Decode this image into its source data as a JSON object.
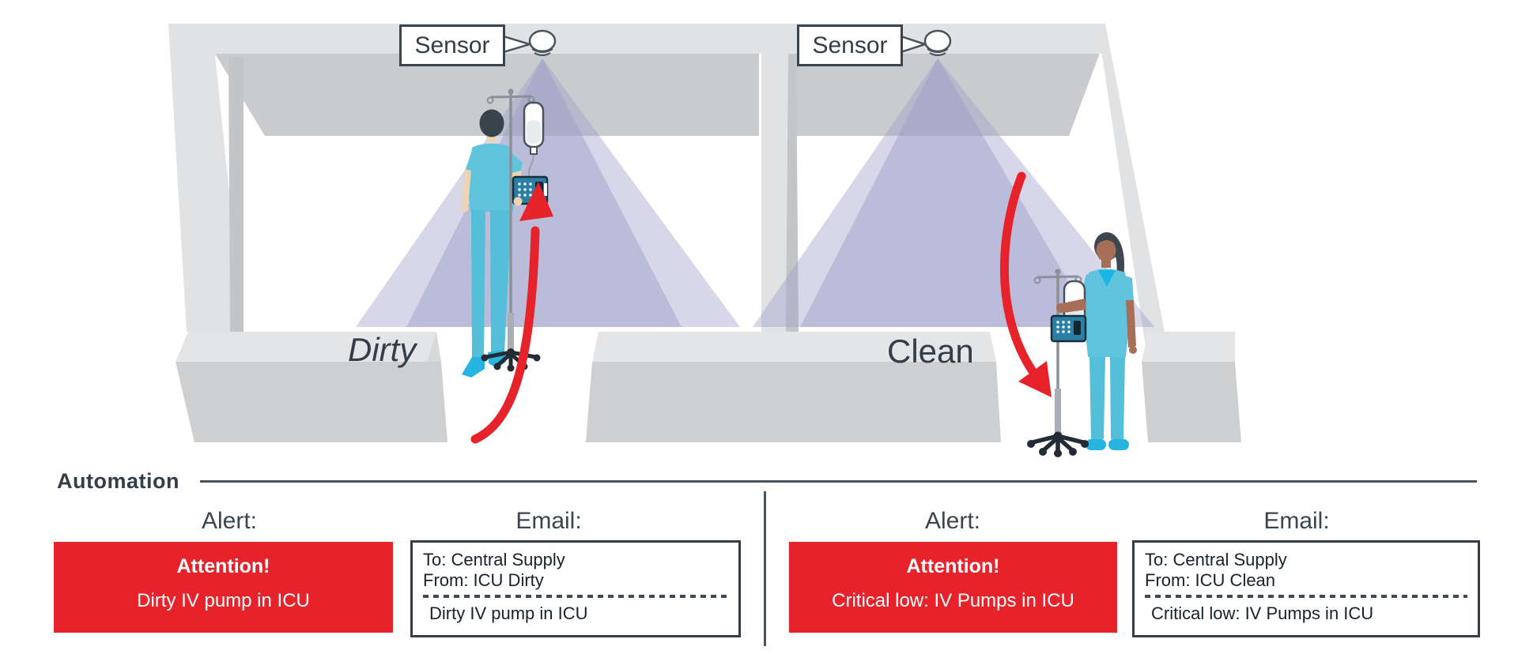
{
  "scene": {
    "rooms": [
      {
        "name": "Dirty",
        "sensor_label": "Sensor"
      },
      {
        "name": "Clean",
        "sensor_label": "Sensor"
      }
    ]
  },
  "automation": {
    "title": "Automation",
    "panels": [
      {
        "alert_label": "Alert:",
        "alert_title": "Attention!",
        "alert_message": "Dirty IV pump in ICU",
        "email_label": "Email:",
        "email_to": "To: Central Supply",
        "email_from": "From: ICU Dirty",
        "email_body": "Dirty IV pump in ICU"
      },
      {
        "alert_label": "Alert:",
        "alert_title": "Attention!",
        "alert_message": "Critical low: IV Pumps in ICU",
        "email_label": "Email:",
        "email_to": "To: Central Supply",
        "email_from": "From: ICU Clean",
        "email_body": "Critical low: IV Pumps in ICU"
      }
    ]
  },
  "colors": {
    "alert_red": "#E6232A",
    "arrow_red": "#E6232A",
    "text_dark": "#333E48",
    "wall_light": "#E1E2E4",
    "wall_mid": "#CDCFD1",
    "ceiling_gray": "#C9CBCE",
    "cone_lavender": "#9A9CC7",
    "scrubs_teal": "#5FC3DD",
    "shoes_cyan": "#27B4E0",
    "pump_blue": "#2B7FA6"
  }
}
